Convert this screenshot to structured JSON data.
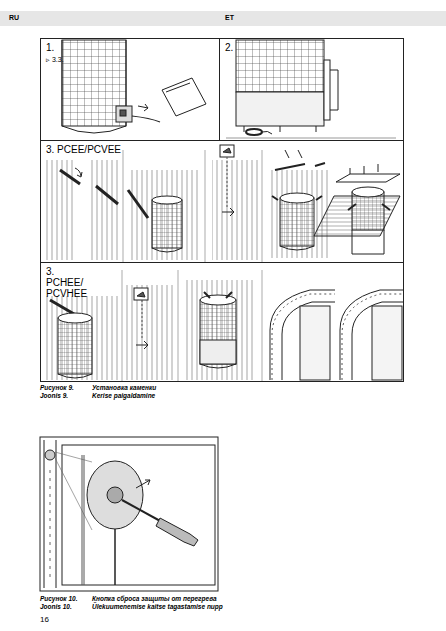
{
  "diagram": {
    "nodes": [
      {
        "text": [
          "1.",
          "▹ 3.3."
        ]
      },
      {
        "text": [
          "2."
        ]
      },
      {
        "text": [
          "3. PCEE/PCVEE"
        ]
      },
      {
        "text": [
          "3. PCHEE/ PCVHEE"
        ]
      }
    ],
    "labels": [
      "RU",
      "ET",
      "Рисунок 9.",
      "Установка каменки",
      "Joonis 9.",
      "Kerise paigaldamine",
      "Рисунок 10.",
      "Кнопка сброса защиты от перегрева",
      "Joonis 10.",
      "Ülekuumenemise kaitse tagastamise nupp",
      "16"
    ]
  }
}
